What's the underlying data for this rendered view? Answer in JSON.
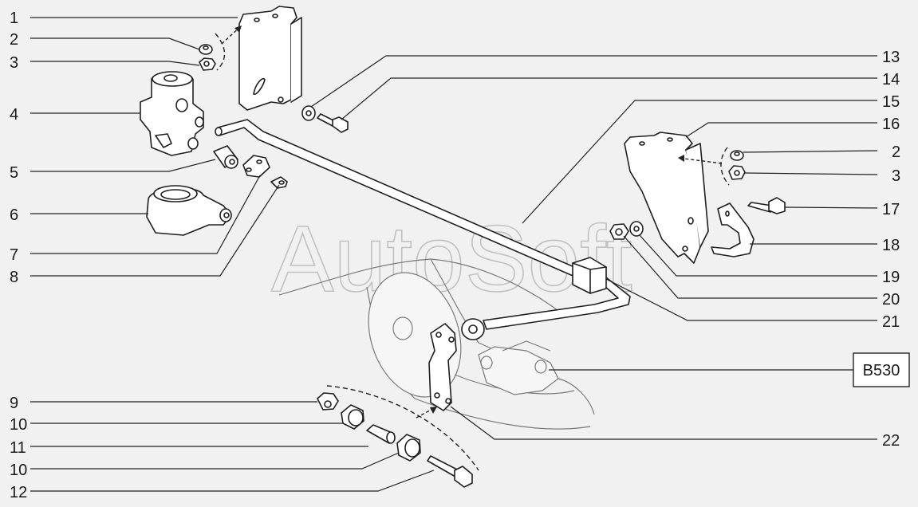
{
  "watermark": "AutoSoft",
  "reference_code": "B530",
  "callouts_left": [
    "1",
    "2",
    "3",
    "4",
    "5",
    "6",
    "7",
    "8",
    "9",
    "10",
    "11",
    "10",
    "12"
  ],
  "callouts_right": [
    "13",
    "14",
    "15",
    "16",
    "2",
    "3",
    "17",
    "18",
    "19",
    "20",
    "21",
    "22"
  ]
}
